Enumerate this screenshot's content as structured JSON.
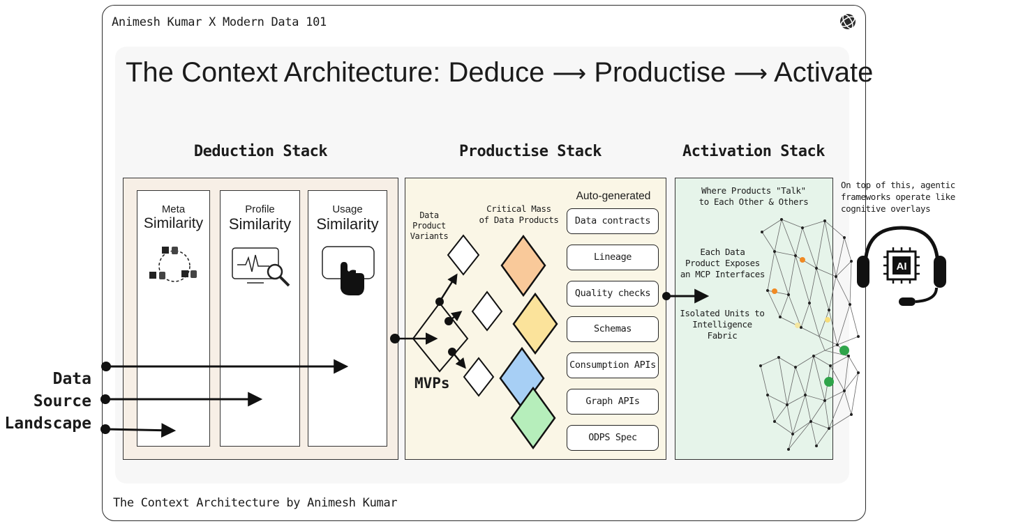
{
  "header": "Animesh Kumar X Modern Data 101",
  "footer": "The Context Architecture by Animesh Kumar",
  "title": {
    "part1": "The Context Architecture: Deduce",
    "part2": "Productise",
    "part3": "Activate",
    "arrow": "⟶"
  },
  "source": {
    "line1": "Data",
    "line2": "Source",
    "line3": "Landscape"
  },
  "deduction": {
    "label": "Deduction Stack",
    "columns": [
      {
        "top": "Meta",
        "bottom": "Similarity"
      },
      {
        "top": "Profile",
        "bottom": "Similarity"
      },
      {
        "top": "Usage",
        "bottom": "Similarity"
      }
    ]
  },
  "productise": {
    "label": "Productise Stack",
    "variants": "Data\nProduct\nVariants",
    "critical_mass": "Critical Mass\nof Data Products",
    "auto_generated": "Auto-generated",
    "mvps": "MVPs",
    "items": [
      "Data contracts",
      "Lineage",
      "Quality checks",
      "Schemas",
      "Consumption APIs",
      "Graph APIs",
      "ODPS Spec"
    ],
    "colors": {
      "orange": "#f9c99a",
      "yellow": "#fbe39b",
      "blue": "#a7cff5",
      "green": "#b6eebb"
    }
  },
  "activation": {
    "label": "Activation Stack",
    "talk": "Where Products \"Talk\"\nto Each Other & Others",
    "exposes": "Each Data\nProduct Exposes\nan MCP Interfaces",
    "isolated": "Isolated Units to\nIntelligence Fabric"
  },
  "agentic_note": "On top of this, agentic\nframeworks operate like\ncognitive overlays",
  "ai_label": "AI"
}
